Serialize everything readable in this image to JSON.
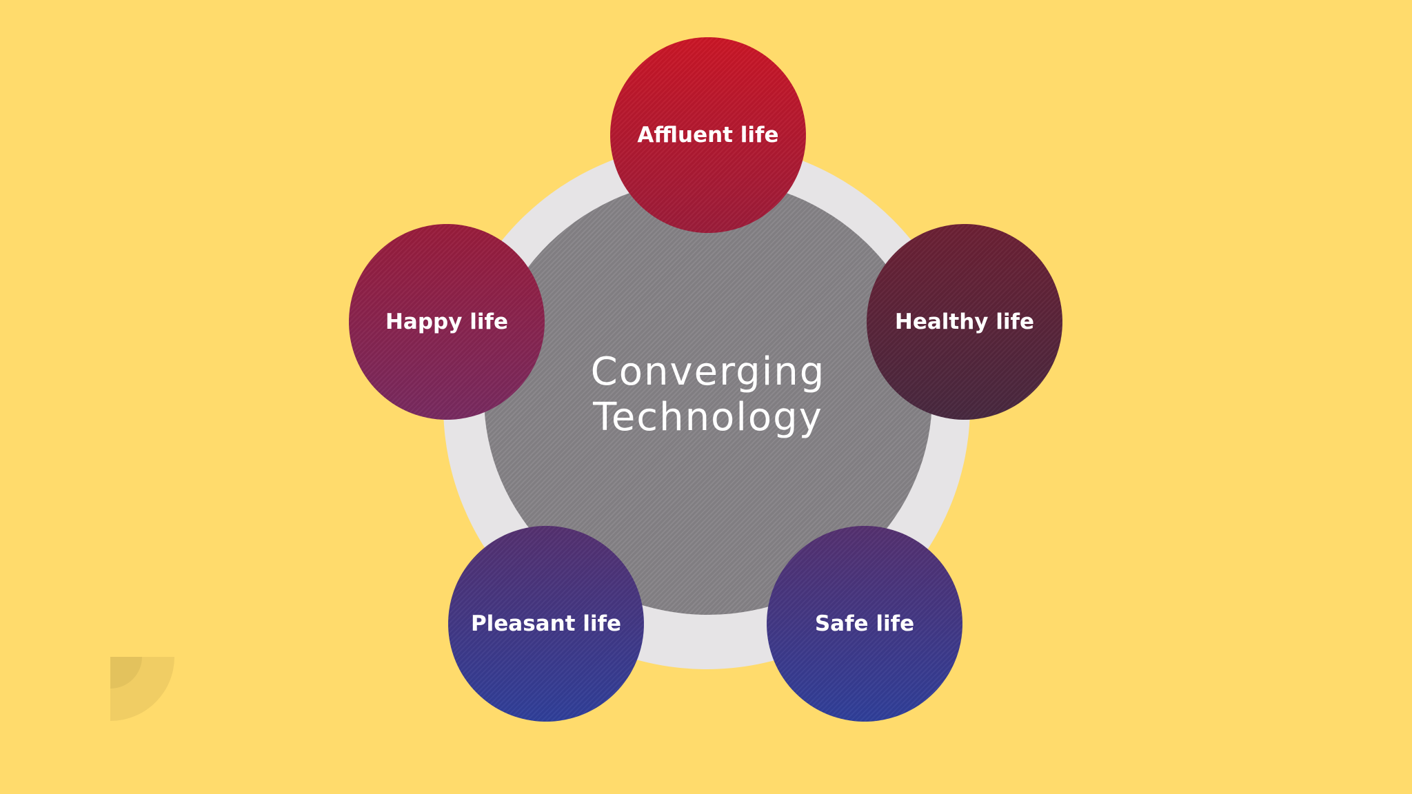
{
  "background_color": "#ffdb6c",
  "ring_color": "#e6e4e6",
  "hub": {
    "title": "Converging\nTechnology",
    "color": "#858286"
  },
  "nodes": [
    {
      "id": "affluent",
      "label": "Affluent life",
      "gradient": [
        "#cb1626",
        "#9b1c3a"
      ]
    },
    {
      "id": "healthy",
      "label": "Healthy life",
      "gradient": [
        "#6d2034",
        "#47283f"
      ]
    },
    {
      "id": "happy",
      "label": "Happy life",
      "gradient": [
        "#9a1c3b",
        "#772a60"
      ]
    },
    {
      "id": "pleasant",
      "label": "Pleasant life",
      "gradient": [
        "#55306f",
        "#2f3f9a"
      ]
    },
    {
      "id": "safe",
      "label": "Safe life",
      "gradient": [
        "#55306f",
        "#2f3f9a"
      ]
    }
  ]
}
